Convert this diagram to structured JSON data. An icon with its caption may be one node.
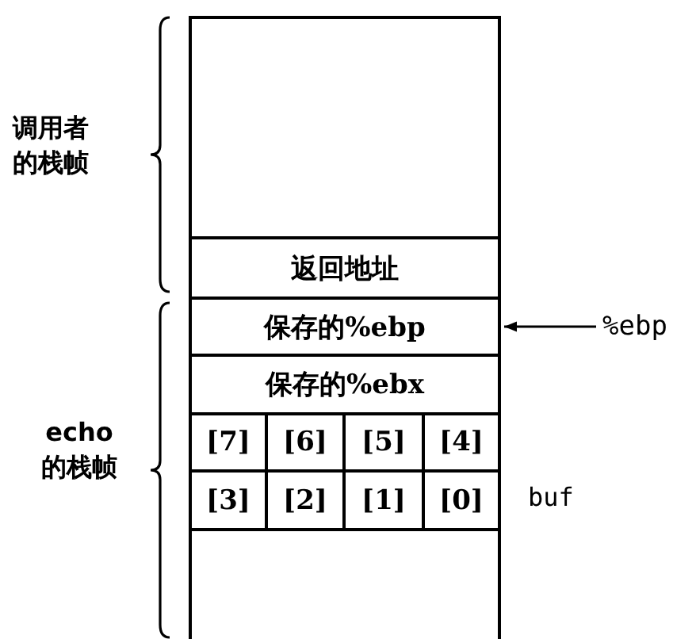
{
  "diagram": {
    "nodes": [
      {
        "text": [],
        "shape": "box"
      },
      {
        "text": [
          "返回地址"
        ]
      },
      {
        "text": [
          "保存的%ebp"
        ]
      },
      {
        "text": [
          "保存的%ebx"
        ]
      },
      {
        "text": [
          "[7]"
        ]
      },
      {
        "text": [
          "[6]"
        ]
      },
      {
        "text": [
          "[5]"
        ]
      },
      {
        "text": [
          "[4]"
        ]
      },
      {
        "text": [
          "[3]"
        ]
      },
      {
        "text": [
          "[2]"
        ]
      },
      {
        "text": [
          "[1]"
        ]
      },
      {
        "text": [
          "[0]"
        ]
      },
      {
        "text": [],
        "shape": "box"
      },
      {
        "text": [
          "%ebp"
        ]
      }
    ],
    "edges": [
      {
        "from": 13,
        "to": 2,
        "arrow": "to"
      }
    ],
    "labels": [
      "调用者的栈帧",
      "echo 的栈帧",
      "buf"
    ]
  }
}
